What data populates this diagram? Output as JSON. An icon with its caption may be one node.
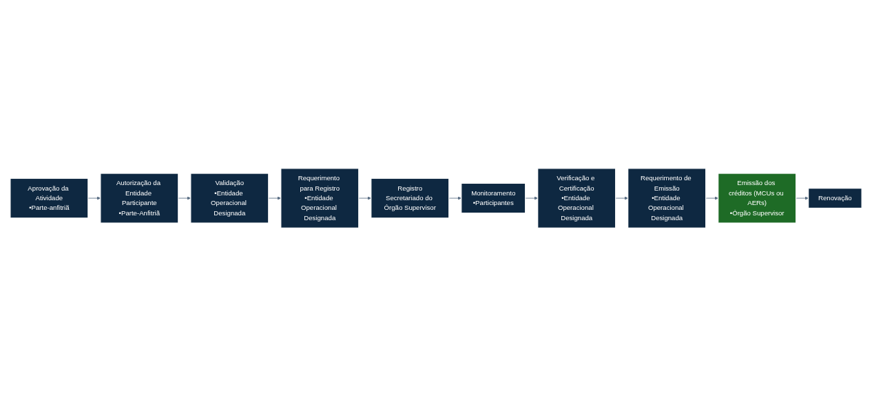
{
  "diagram": {
    "nodes": [
      {
        "text": [
          "Aprovação da Atividade",
          "•Parte-anfitriã"
        ]
      },
      {
        "text": [
          "Autorização da Entidade Participante",
          "•Parte-Anfitriã"
        ]
      },
      {
        "text": [
          "Validação",
          "•Entidade Operacional Designada"
        ]
      },
      {
        "text": [
          "Requerimento para Registro",
          "•Entidade Operacional Designada"
        ]
      },
      {
        "text": [
          "Registro",
          "Secretariado do Órgão Supervisor"
        ]
      },
      {
        "text": [
          "Monitoramento",
          "•Participantes"
        ]
      },
      {
        "text": [
          "Verificação e Certificação",
          "•Entidade Operacional Designada"
        ]
      },
      {
        "text": [
          "Requerimento de Emissão",
          "•Entidade Operacional Designada"
        ]
      },
      {
        "text": [
          "Emissão dos créditos (MCUs ou AERs)",
          "•Órgão Supervisor"
        ]
      },
      {
        "text": [
          "Renovação"
        ]
      }
    ],
    "edges": [
      {
        "from": 0,
        "to": 1,
        "arrow": "to"
      },
      {
        "from": 1,
        "to": 2,
        "arrow": "to"
      },
      {
        "from": 2,
        "to": 3,
        "arrow": "to"
      },
      {
        "from": 3,
        "to": 4,
        "arrow": "to"
      },
      {
        "from": 4,
        "to": 5,
        "arrow": "to"
      },
      {
        "from": 5,
        "to": 6,
        "arrow": "to"
      },
      {
        "from": 6,
        "to": 7,
        "arrow": "to"
      },
      {
        "from": 7,
        "to": 8,
        "arrow": "to"
      },
      {
        "from": 8,
        "to": 9,
        "arrow": "to"
      }
    ]
  }
}
